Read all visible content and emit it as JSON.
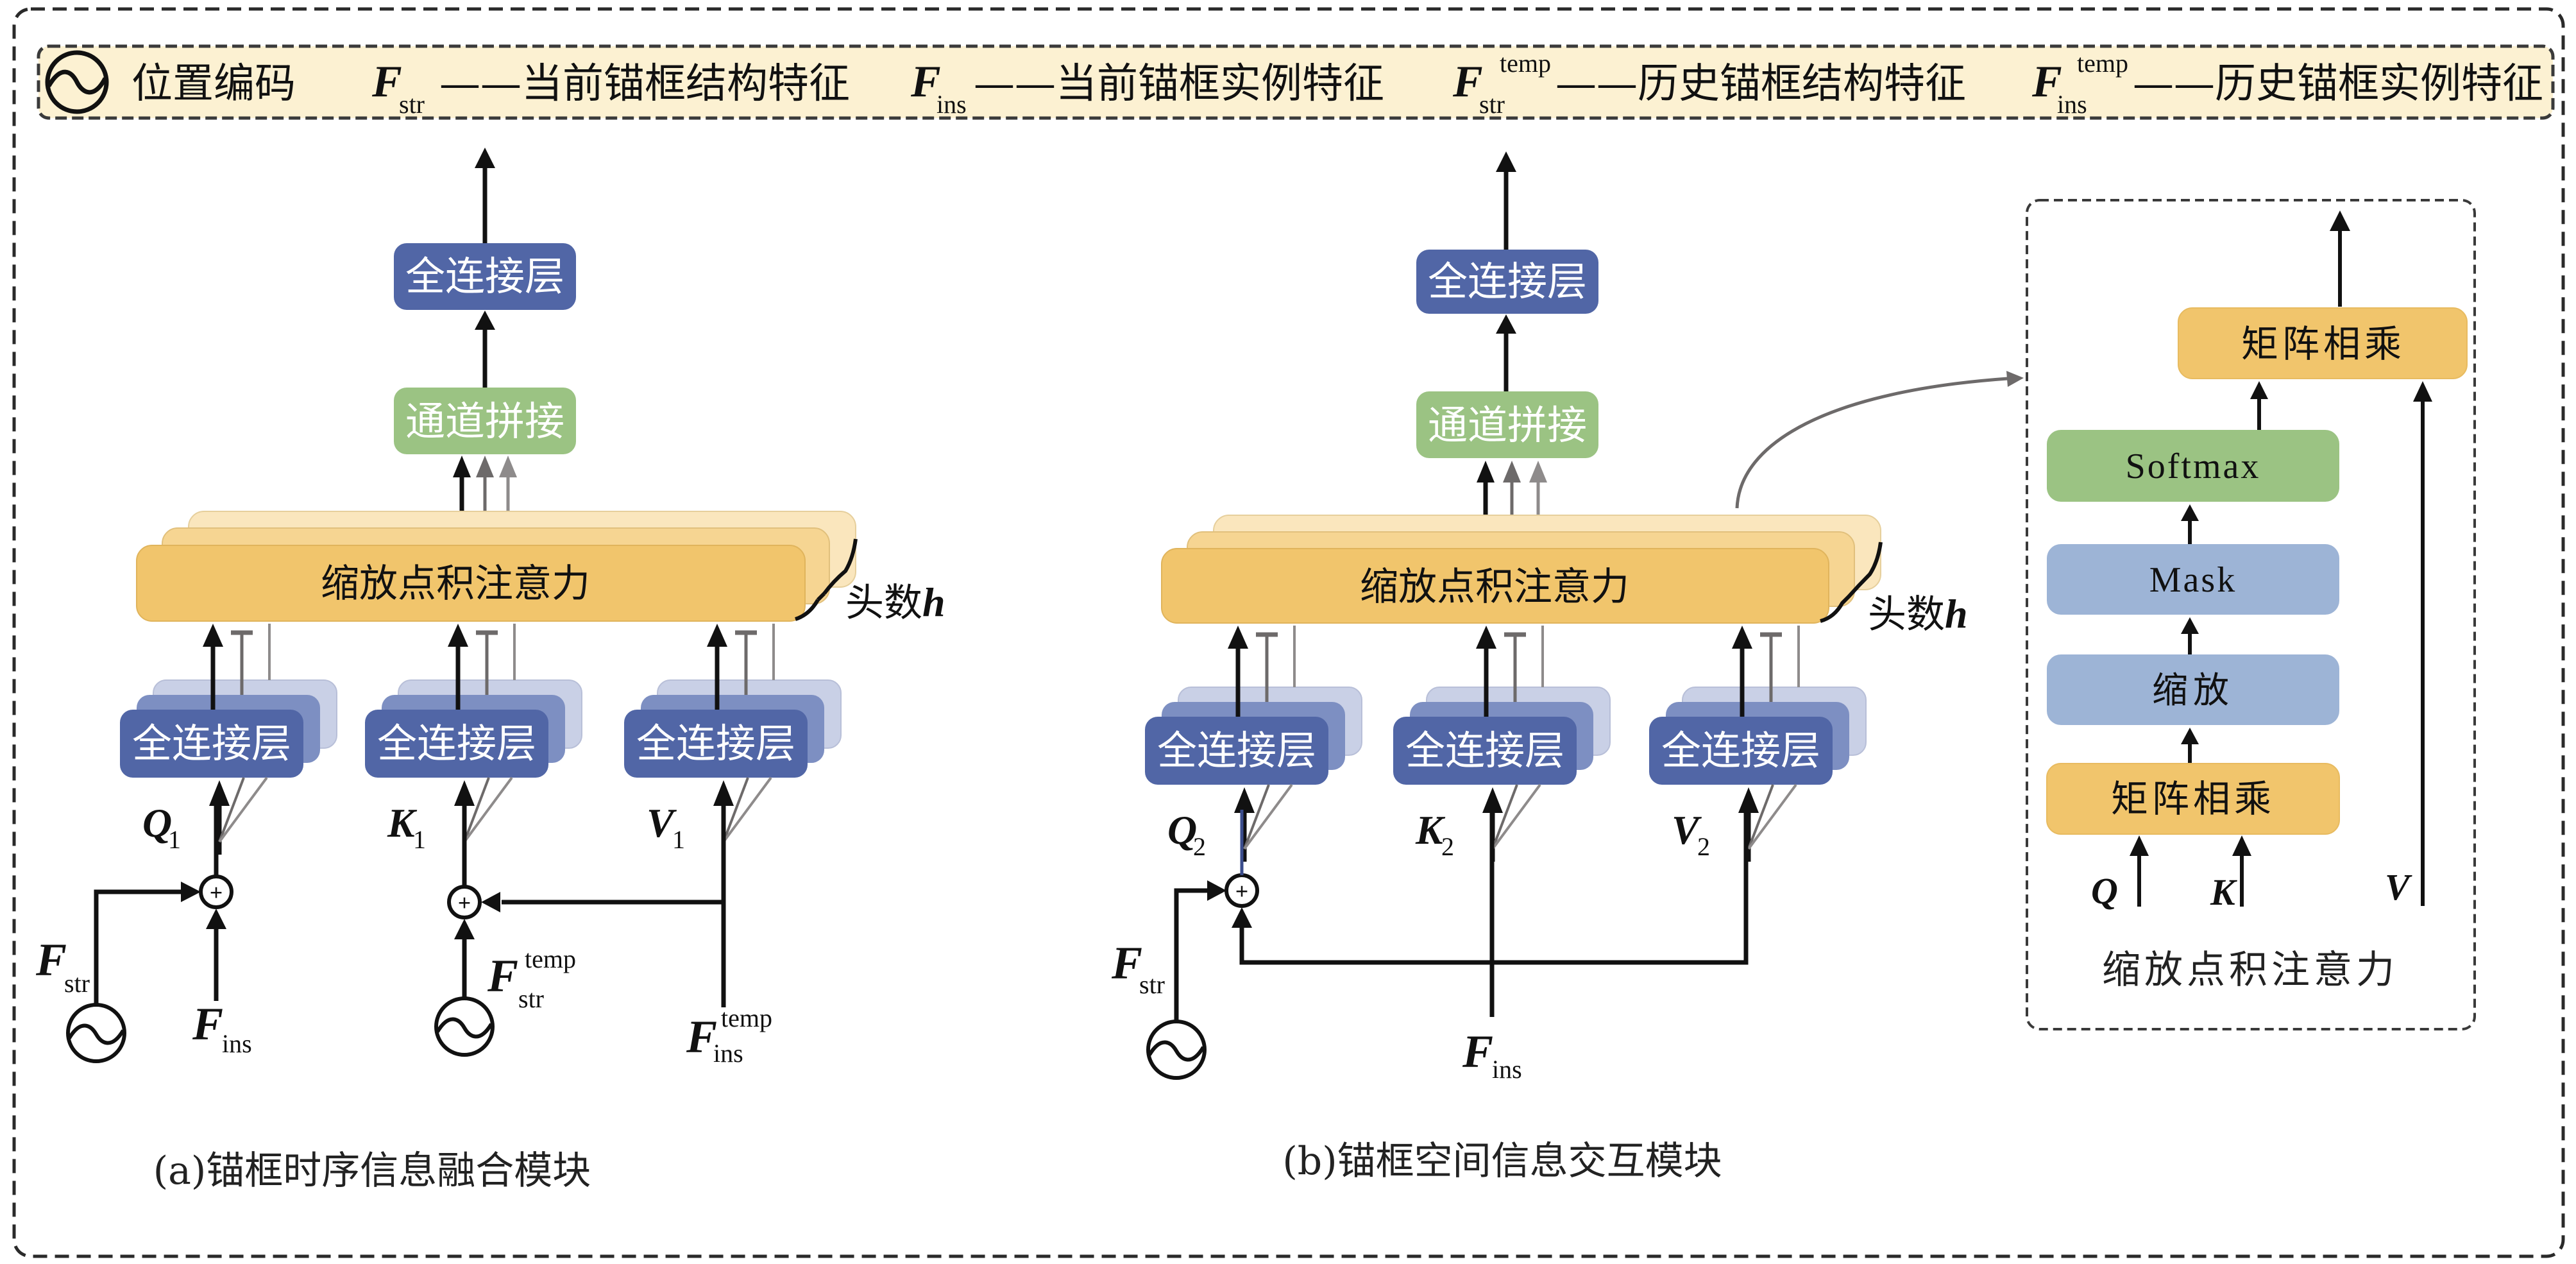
{
  "legend": {
    "pos_encoding_icon": "sine-wave-circle-icon",
    "pos_encoding_label": "位置编码",
    "items": [
      {
        "symbol": "F",
        "sub": "str",
        "sup": "",
        "desc": "——当前锚框结构特征"
      },
      {
        "symbol": "F",
        "sub": "ins",
        "sup": "",
        "desc": "——当前锚框实例特征"
      },
      {
        "symbol": "F",
        "sub": "str",
        "sup": "temp",
        "desc": "——历史锚框结构特征"
      },
      {
        "symbol": "F",
        "sub": "ins",
        "sup": "temp",
        "desc": "——历史锚框实例特征"
      }
    ]
  },
  "module_a": {
    "caption": "(a)锚框时序信息融合模块",
    "output_fc": "全连接层",
    "concat": "通道拼接",
    "attention": "缩放点积注意力",
    "heads_label": "头数",
    "heads_var": "h",
    "branches": [
      {
        "fc": "全连接层",
        "var": "Q",
        "sub": "1"
      },
      {
        "fc": "全连接层",
        "var": "K",
        "sub": "1"
      },
      {
        "fc": "全连接层",
        "var": "V",
        "sub": "1"
      }
    ],
    "inputs": {
      "f_str": {
        "symbol": "F",
        "sub": "str",
        "sup": ""
      },
      "f_ins": {
        "symbol": "F",
        "sub": "ins",
        "sup": ""
      },
      "f_str_temp": {
        "symbol": "F",
        "sub": "str",
        "sup": "temp"
      },
      "f_ins_temp": {
        "symbol": "F",
        "sub": "ins",
        "sup": "temp"
      }
    },
    "add_symbol": "+"
  },
  "module_b": {
    "caption": "(b)锚框空间信息交互模块",
    "output_fc": "全连接层",
    "concat": "通道拼接",
    "attention": "缩放点积注意力",
    "heads_label": "头数",
    "heads_var": "h",
    "branches": [
      {
        "fc": "全连接层",
        "var": "Q",
        "sub": "2"
      },
      {
        "fc": "全连接层",
        "var": "K",
        "sub": "2"
      },
      {
        "fc": "全连接层",
        "var": "V",
        "sub": "2"
      }
    ],
    "inputs": {
      "f_str": {
        "symbol": "F",
        "sub": "str",
        "sup": ""
      },
      "f_ins": {
        "symbol": "F",
        "sub": "ins",
        "sup": ""
      }
    },
    "add_symbol": "+"
  },
  "inset": {
    "title": "缩放点积注意力",
    "blocks": {
      "matmul_top": "矩阵相乘",
      "softmax": "Softmax",
      "mask": "Mask",
      "scale": "缩放",
      "matmul_bottom": "矩阵相乘"
    },
    "inputs": {
      "q": "Q",
      "k": "K",
      "v": "V"
    }
  },
  "colors": {
    "fc_blue": "#5166a6",
    "fc_blue_mid": "#7d8fc2",
    "fc_blue_light": "#c9d0e6",
    "concat_green": "#9bc383",
    "attention_yellow": "#f1c56c",
    "attention_yellow_mid": "#f6d592",
    "attention_yellow_light": "#fae6bd",
    "inset_blue": "#9db4d6",
    "legend_bg": "#fcf1d2",
    "arrow_black": "#111111",
    "arrow_gray": "#6d6a6a",
    "arrow_gray_light": "#8e8b8b"
  }
}
